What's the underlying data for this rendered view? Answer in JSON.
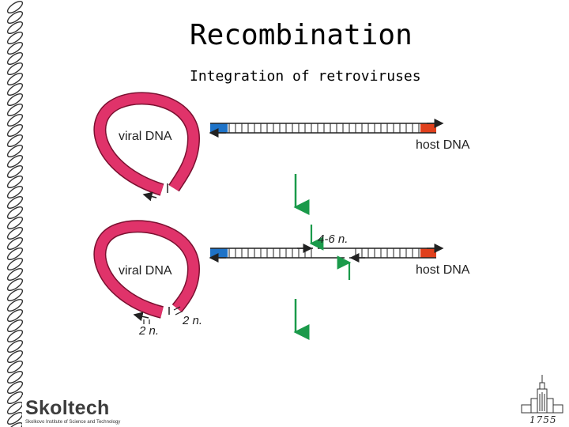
{
  "slide": {
    "title": "Recombination",
    "subtitle": "Integration of retroviruses"
  },
  "diagram": {
    "top_panel": {
      "viral_label": "viral DNA",
      "host_label": "host DNA"
    },
    "bottom_panel": {
      "viral_label": "viral DNA",
      "host_label": "host DNA",
      "gap_label": "4-6 n.",
      "end_label_left": "2 n.",
      "end_label_right": "2 n."
    }
  },
  "logo": {
    "name": "Skoltech",
    "tagline": "Skolkovo Institute of Science and Technology"
  },
  "footer": {
    "year": "1755"
  },
  "colors": {
    "viral_dna": "#e0336a",
    "host_dna": "#222222",
    "host_left_end": "#1e73c8",
    "host_right_end": "#e0401c",
    "arrow": "#1a9a4a"
  }
}
